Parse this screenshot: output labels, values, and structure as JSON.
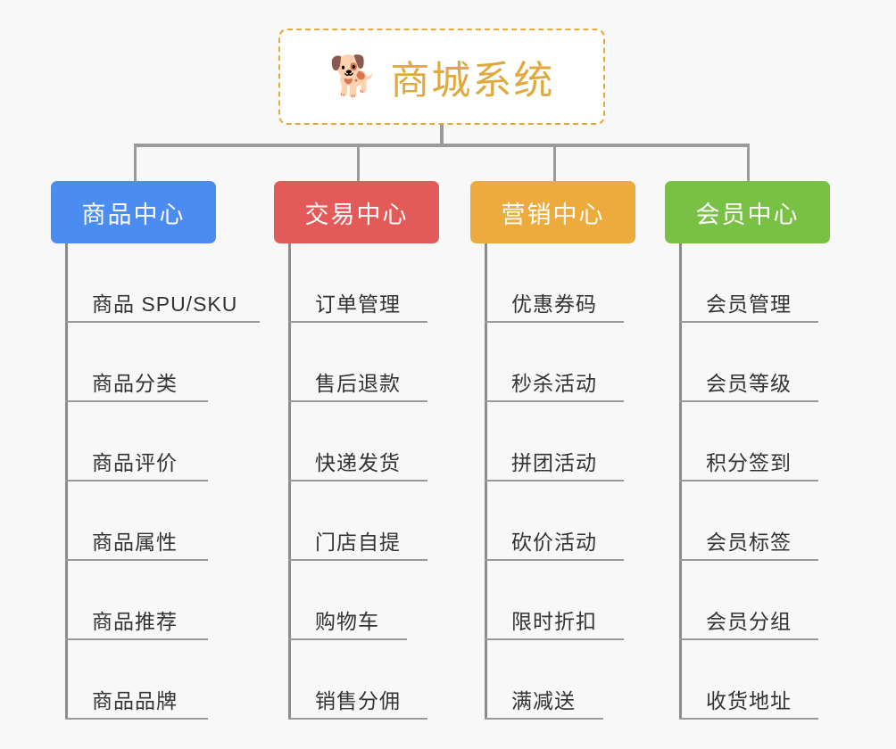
{
  "background_color": "#f8f8f8",
  "root": {
    "icon": "shiba-dog-face-emoji",
    "emoji": "🐕",
    "title": "商城系统",
    "title_color": "#e0a93e",
    "border_color": "#e8a93c",
    "fill_color": "#ffffff"
  },
  "connector_color": "#9a9a9a",
  "columns": [
    {
      "id": "product-center",
      "title": "商品中心",
      "color": "#4a8cf0",
      "items": [
        "商品 SPU/SKU",
        "商品分类",
        "商品评价",
        "商品属性",
        "商品推荐",
        "商品品牌"
      ]
    },
    {
      "id": "trade-center",
      "title": "交易中心",
      "color": "#e35b58",
      "items": [
        "订单管理",
        "售后退款",
        "快递发货",
        "门店自提",
        "购物车",
        "销售分佣"
      ]
    },
    {
      "id": "marketing-center",
      "title": "营销中心",
      "color": "#eeab3d",
      "items": [
        "优惠券码",
        "秒杀活动",
        "拼团活动",
        "砍价活动",
        "限时折扣",
        "满减送"
      ]
    },
    {
      "id": "member-center",
      "title": "会员中心",
      "color": "#79c144",
      "items": [
        "会员管理",
        "会员等级",
        "积分签到",
        "会员标签",
        "会员分组",
        "收货地址"
      ]
    }
  ]
}
